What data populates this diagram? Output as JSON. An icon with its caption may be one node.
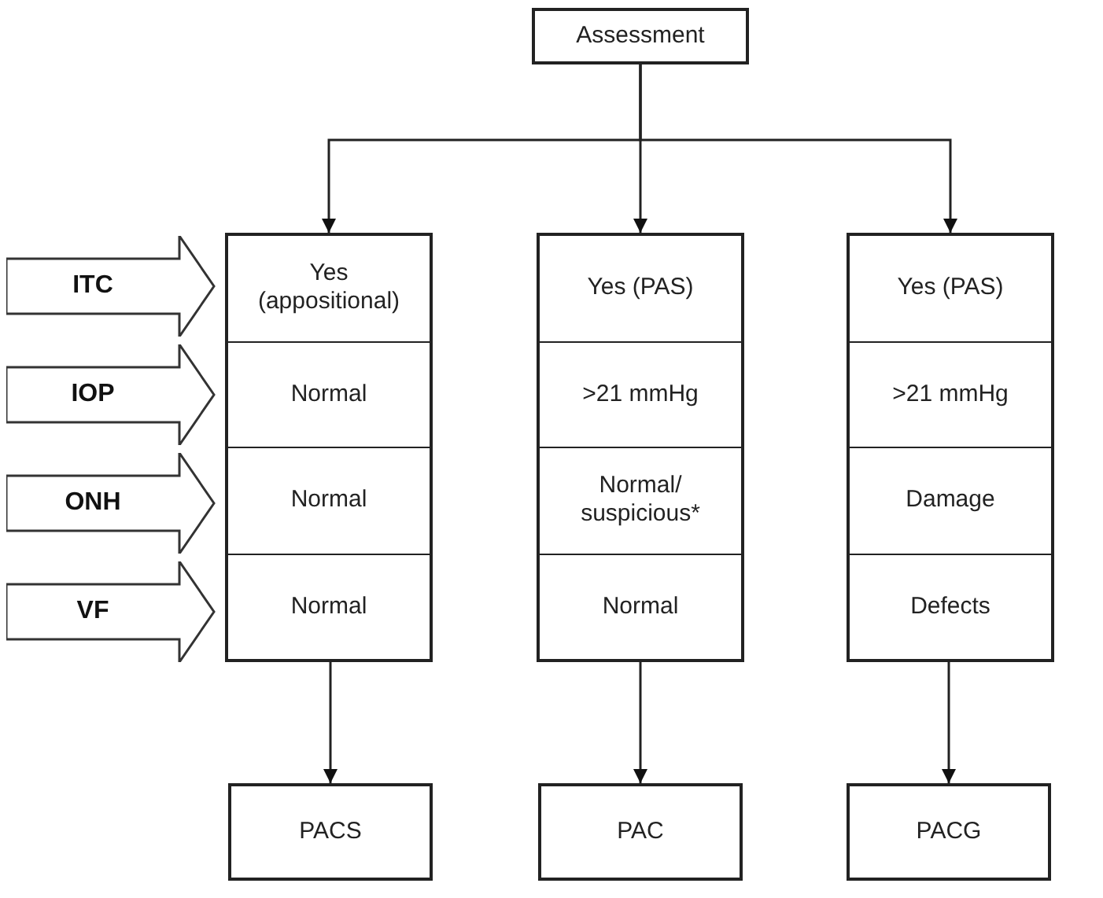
{
  "diagram": {
    "nodes": [
      {
        "text": [
          "Assessment"
        ]
      },
      {
        "text": [],
        "shape": "box"
      },
      {
        "text": [
          "Yes (appositional)"
        ],
        "in": 1
      },
      {
        "text": [
          "Normal"
        ],
        "in": 1
      },
      {
        "text": [
          "Normal"
        ],
        "in": 1
      },
      {
        "text": [
          "Normal"
        ],
        "in": 1
      },
      {
        "text": [],
        "shape": "box"
      },
      {
        "text": [
          "Yes (PAS)"
        ],
        "in": 6
      },
      {
        "text": [
          ">21 mmHg"
        ],
        "in": 6
      },
      {
        "text": [
          "Normal/ suspicious*"
        ],
        "in": 6
      },
      {
        "text": [
          "Normal"
        ],
        "in": 6
      },
      {
        "text": [],
        "shape": "box"
      },
      {
        "text": [
          "Yes (PAS)"
        ],
        "in": 11
      },
      {
        "text": [
          ">21 mmHg"
        ],
        "in": 11
      },
      {
        "text": [
          "Damage"
        ],
        "in": 11
      },
      {
        "text": [
          "Defects"
        ],
        "in": 11
      },
      {
        "text": [
          "PACS"
        ]
      },
      {
        "text": [
          "PAC"
        ]
      },
      {
        "text": [
          "PACG"
        ]
      },
      {
        "text": [
          "ITC"
        ]
      },
      {
        "text": [
          "IOP"
        ]
      },
      {
        "text": [
          "ONH"
        ]
      },
      {
        "text": [
          "VF"
        ]
      }
    ],
    "edges": [
      {
        "from": 0,
        "to": 1,
        "arrow": "to"
      },
      {
        "from": 0,
        "to": 6,
        "arrow": "to"
      },
      {
        "from": 0,
        "to": 11,
        "arrow": "to"
      },
      {
        "from": 1,
        "to": 16,
        "arrow": "to"
      },
      {
        "from": 6,
        "to": 17,
        "arrow": "to"
      },
      {
        "from": 11,
        "to": 18,
        "arrow": "to"
      }
    ]
  }
}
